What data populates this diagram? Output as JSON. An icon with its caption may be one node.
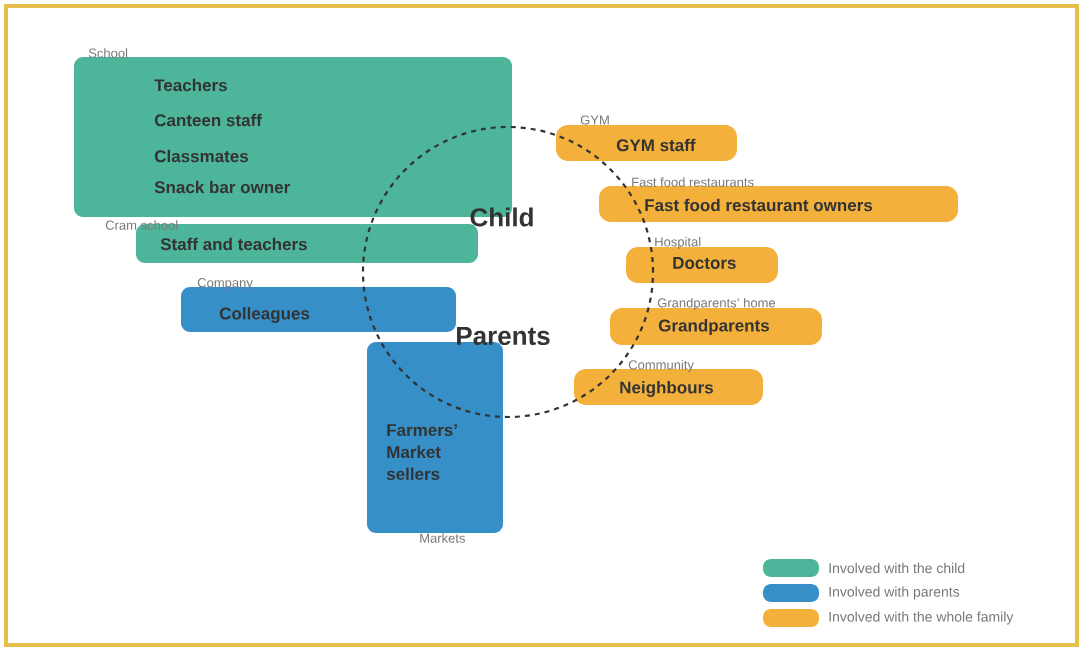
{
  "diagram": {
    "nodes": [
      {
        "text": [
          "School",
          "Teachers",
          "Canteen staff",
          "Classmates",
          "Snack bar owner"
        ]
      },
      {
        "text": [
          "Cram school",
          "Staff and teachers"
        ]
      },
      {
        "text": [
          "Company",
          "Colleagues"
        ]
      },
      {
        "text": [
          "Farmers’ Market sellers",
          "Markets"
        ]
      },
      {
        "text": [
          "Child",
          "Parents"
        ]
      },
      {
        "text": [
          "GYM",
          "GYM staff"
        ]
      },
      {
        "text": [
          "Fast food restaurants",
          "Fast food restaurant owners"
        ]
      },
      {
        "text": [
          "Hospital",
          "Doctors"
        ]
      },
      {
        "text": [
          "Grandparents’ home",
          "Grandparents"
        ]
      },
      {
        "text": [
          "Community",
          "Neighbours"
        ]
      }
    ],
    "legend": [
      {
        "text": "Involved with the child",
        "color": "#4cb59a"
      },
      {
        "text": "Involved with parents",
        "color": "#368fc7"
      },
      {
        "text": "Involved with the whole family",
        "color": "#f3b03a"
      }
    ]
  }
}
